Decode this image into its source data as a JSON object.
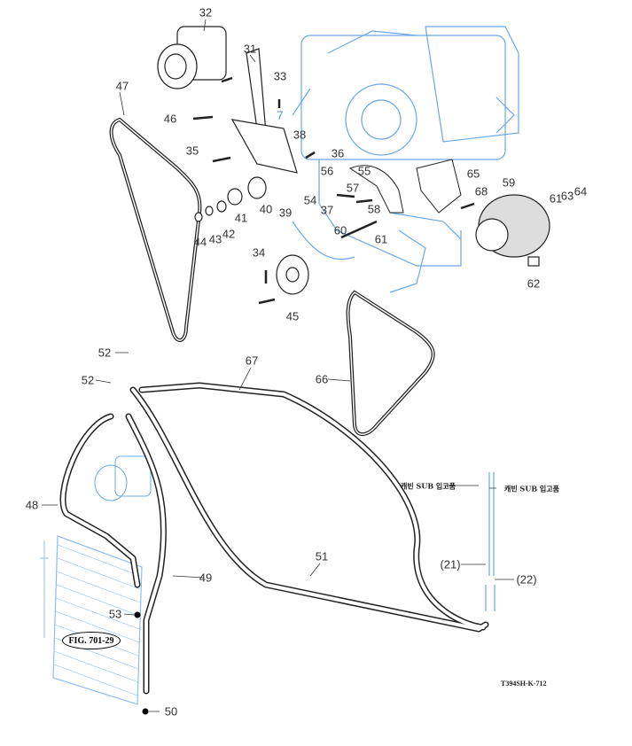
{
  "part_labels": [
    "32",
    "31",
    "33",
    "47",
    "46",
    "7",
    "38",
    "35",
    "36",
    "56",
    "55",
    "65",
    "57",
    "59",
    "68",
    "61",
    "63",
    "64",
    "54",
    "37",
    "40",
    "39",
    "41",
    "58",
    "42",
    "43",
    "44",
    "60",
    "61",
    "34",
    "62",
    "45",
    "52",
    "67",
    "66",
    "52",
    "48",
    "51",
    "49",
    "53",
    "50"
  ],
  "notes": {
    "cabin_sub_left": "캐빈 SUB 입고품",
    "cabin_sub_right": "캐빈 SUB 입고품",
    "ref_21": "(21)",
    "ref_22": "(22)"
  },
  "figure_reference": "FIG. 701-29",
  "drawing_code": "T394SH-K-712",
  "colors": {
    "engine_outline": "#6aa8e8",
    "lines": "#222222",
    "labels": "#333333"
  }
}
